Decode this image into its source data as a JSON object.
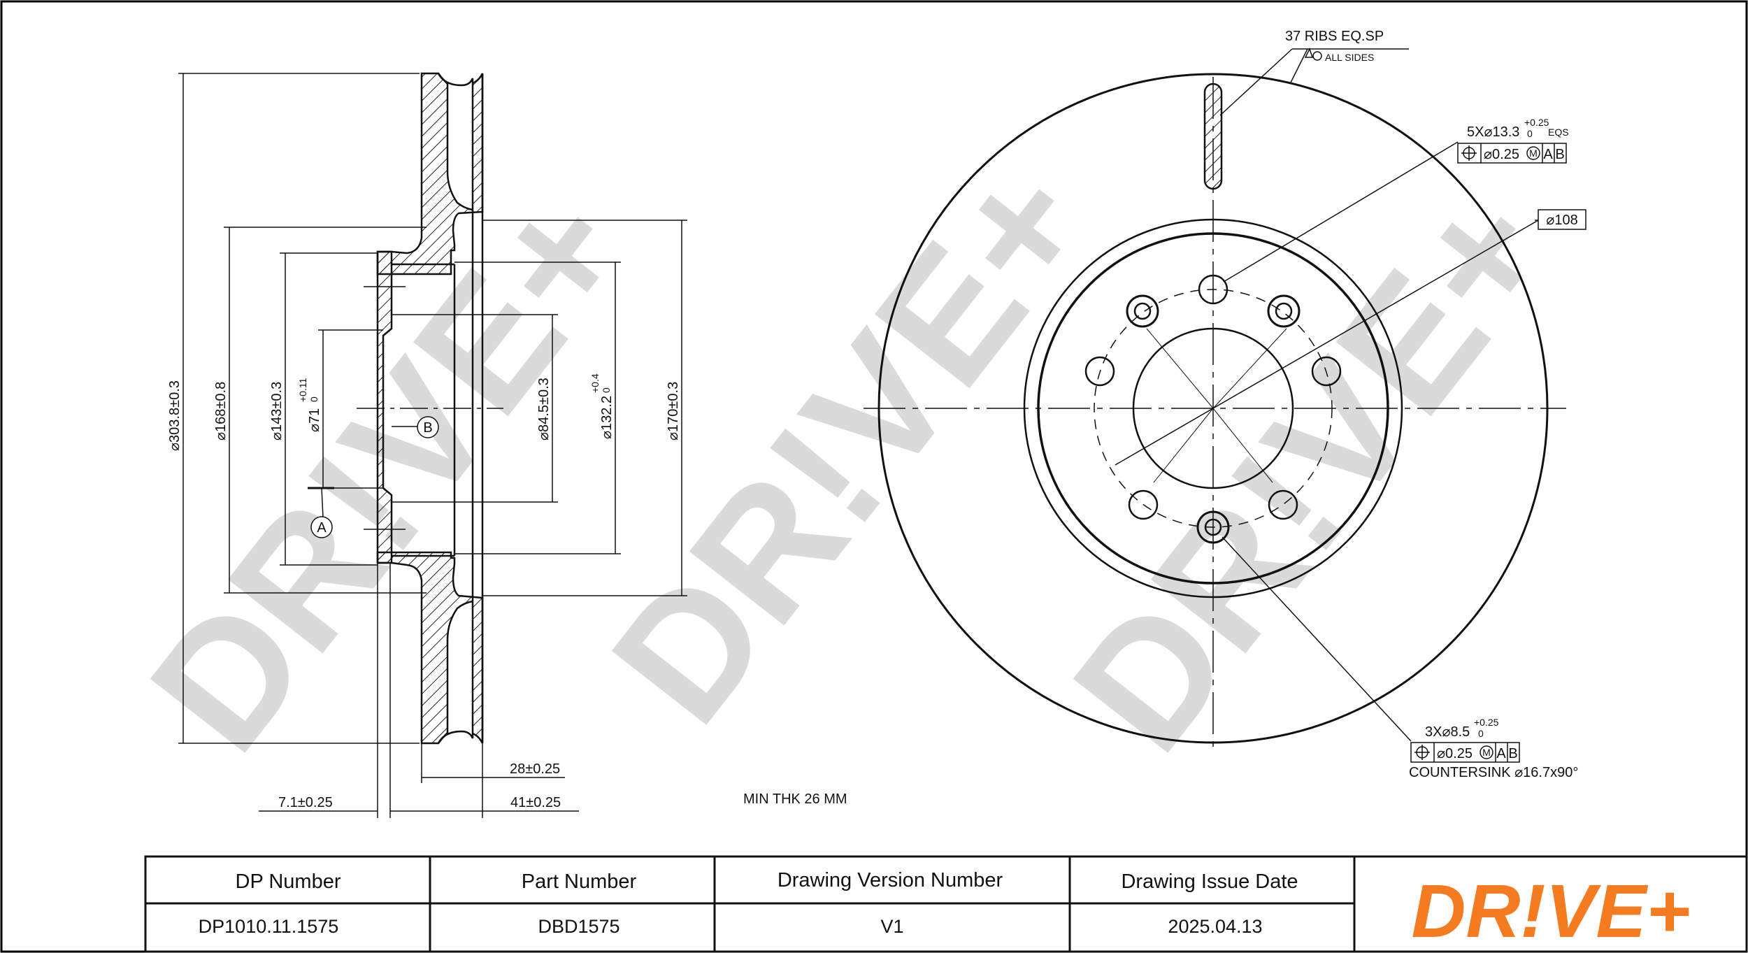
{
  "watermark": {
    "text": "DR!VE+",
    "color": "#d9d9d9"
  },
  "brand": {
    "logo_text": "DR!VE+",
    "logo_color": "#f47b20"
  },
  "side_view": {
    "dimensions": {
      "d_outer": "⌀303.8±0.3",
      "d_168": "⌀168±0.8",
      "d_143": "⌀143±0.3",
      "d_71": "⌀71",
      "d_71_tol_upper": "+0.11",
      "d_71_tol_lower": "0",
      "d_84_5": "⌀84.5±0.3",
      "d_132_2": "⌀132.2",
      "d_132_2_tol_upper": "+0.4",
      "d_132_2_tol_lower": "0",
      "d_170": "⌀170±0.3",
      "thickness_28": "28±0.25",
      "height_41": "41±0.25",
      "hat_7_1": "7.1±0.25"
    },
    "datum_a": "A",
    "datum_b": "B"
  },
  "front_view": {
    "ribs_note": "37 RIBS EQ.SP",
    "all_sides_note": "ALL SIDES",
    "bolt_holes": {
      "spec_main": "5X⌀13.3",
      "tol_upper": "+0.25",
      "tol_lower": "0",
      "eqs": "EQS",
      "fcf_tolerance": "⌀0.25",
      "fcf_modifier": "M",
      "fcf_datum_1": "A",
      "fcf_datum_2": "B"
    },
    "pcd_label": "⌀108",
    "pin_holes": {
      "spec_main": "3X⌀8.5",
      "tol_upper": "+0.25",
      "tol_lower": "0",
      "fcf_tolerance": "⌀0.25",
      "fcf_modifier": "M",
      "fcf_datum_1": "A",
      "fcf_datum_2": "B",
      "countersink": "COUNTERSINK ⌀16.7x90°"
    }
  },
  "min_thickness_note": "MIN THK 26 MM",
  "title_block": {
    "headers": [
      "DP Number",
      "Part Number",
      "Drawing Version Number",
      "Drawing Issue Date"
    ],
    "values": [
      "DP1010.11.1575",
      "DBD1575",
      "V1",
      "2025.04.13"
    ]
  }
}
